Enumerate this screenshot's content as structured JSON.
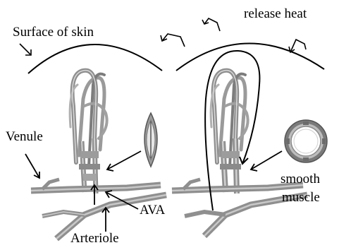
{
  "labels": {
    "surface_of_skin": "Surface of skin",
    "release_heat": "release heat",
    "venule": "Venule",
    "smooth": "smooth",
    "muscle": "muscle",
    "ava": "AVA",
    "arteriole": "Arteriole"
  },
  "panels": [
    {
      "state": "constricted AVA (vessel closed)"
    },
    {
      "state": "dilated AVA (vessel open)"
    }
  ],
  "colors": {
    "vessel": "#8f8f8f",
    "vessel_dark": "#6b6b6b",
    "vessel_light": "#cfcfcf",
    "muscle_ring": "#7a7a7a",
    "line": "#000000"
  }
}
